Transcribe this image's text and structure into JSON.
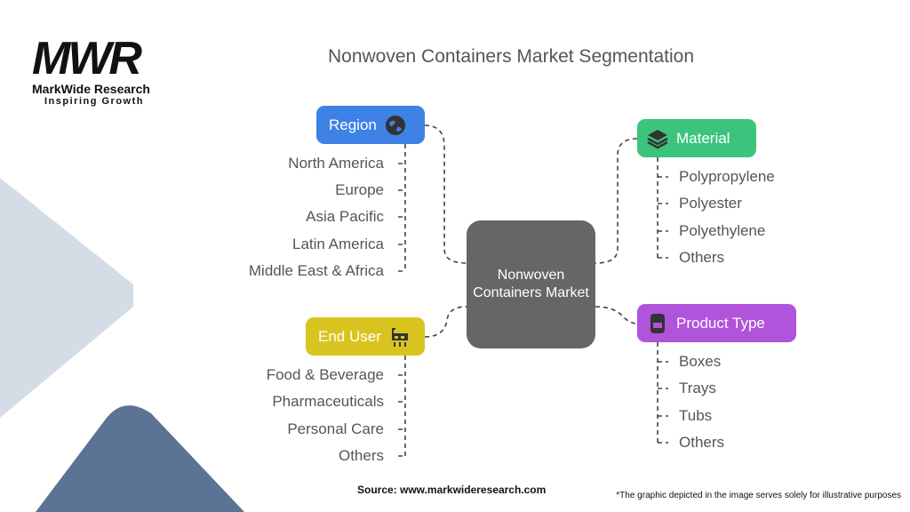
{
  "logo": {
    "mark": "MWR",
    "name": "MarkWide Research",
    "tagline": "Inspiring Growth"
  },
  "title": "Nonwoven Containers Market Segmentation",
  "center": "Nonwoven Containers Market",
  "segments": {
    "region": {
      "label": "Region",
      "icon": "globe-icon",
      "color": "#3f82e6",
      "items": [
        "North America",
        "Europe",
        "Asia Pacific",
        "Latin America",
        "Middle East & Africa"
      ]
    },
    "end_user": {
      "label": "End User",
      "icon": "factory-icon",
      "color": "#d9c41f",
      "items": [
        "Food & Beverage",
        "Pharmaceuticals",
        "Personal Care",
        "Others"
      ]
    },
    "material": {
      "label": "Material",
      "icon": "layers-icon",
      "color": "#3cc47d",
      "items": [
        "Polypropylene",
        "Polyester",
        "Polyethylene",
        "Others"
      ]
    },
    "product_type": {
      "label": "Product Type",
      "icon": "container-icon",
      "color": "#b054dc",
      "items": [
        "Boxes",
        "Trays",
        "Tubs",
        "Others"
      ]
    }
  },
  "source": "Source: www.markwideresearch.com",
  "footnote": "*The graphic depicted in the image serves solely for illustrative purposes"
}
